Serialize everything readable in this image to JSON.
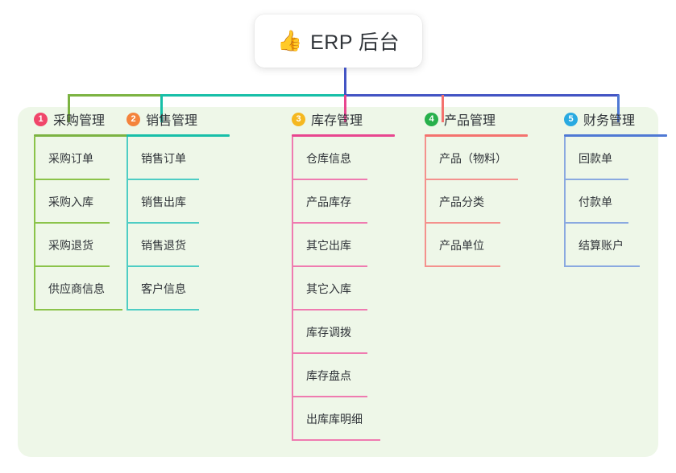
{
  "title": {
    "icon": "thumbs-up-icon",
    "emoji": "👍",
    "text": "ERP 后台"
  },
  "canvas": {
    "background_color": "#eef7e8"
  },
  "connector_colors": {
    "root_stem": "#4354c4",
    "bar_green": "#7cb342",
    "bar_teal": "#17bfa8",
    "bar_blue": "#4354c4",
    "drop_1": "#7cb342",
    "drop_2": "#17bfa8",
    "drop_3": "#e8468f",
    "drop_4": "#f4726e",
    "drop_5": "#4f79d4"
  },
  "columns": [
    {
      "number": "1",
      "title": "采购管理",
      "badge_color": "#f0466a",
      "line_color": "#8bc34a",
      "header_color": "#7cb342",
      "items": [
        "采购订单",
        "采购入库",
        "采购退货",
        "供应商信息"
      ]
    },
    {
      "number": "2",
      "title": "销售管理",
      "badge_color": "#f4833c",
      "line_color": "#4ecdc4",
      "header_color": "#17bfa8",
      "items": [
        "销售订单",
        "销售出库",
        "销售退货",
        "客户信息"
      ]
    },
    {
      "number": "3",
      "title": "库存管理",
      "badge_color": "#f5b820",
      "line_color": "#ef7bb0",
      "header_color": "#e8468f",
      "items": [
        "仓库信息",
        "产品库存",
        "其它出库",
        "其它入库",
        "库存调拨",
        "库存盘点",
        "出库库明细"
      ]
    },
    {
      "number": "4",
      "title": "产品管理",
      "badge_color": "#27b04b",
      "line_color": "#f4918d",
      "header_color": "#f4726e",
      "items": [
        "产品（物料）",
        "产品分类",
        "产品单位"
      ]
    },
    {
      "number": "5",
      "title": "财务管理",
      "badge_color": "#29aae1",
      "line_color": "#8aa9e0",
      "header_color": "#4f79d4",
      "items": [
        "回款单",
        "付款单",
        "结算账户"
      ]
    }
  ]
}
